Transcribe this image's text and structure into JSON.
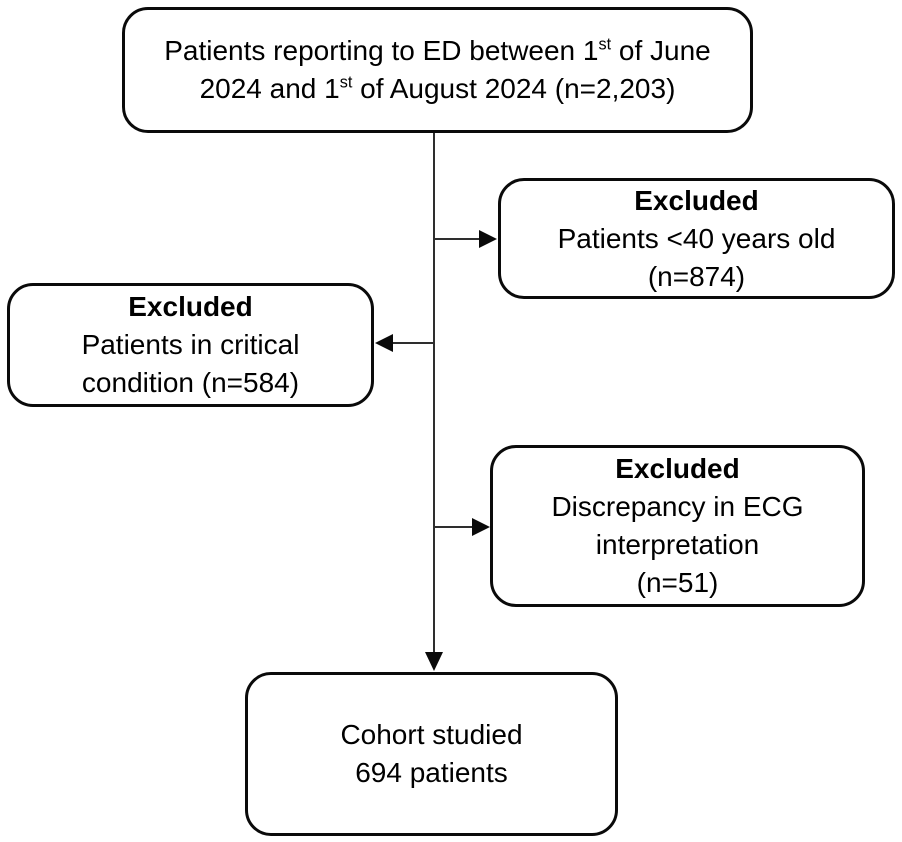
{
  "diagram": {
    "type": "flowchart",
    "background_color": "#ffffff",
    "box_border_color": "#0a0a0a",
    "connector_color": "#2e2e2e",
    "nodes": {
      "enrollment": {
        "text_part1": "Patients reporting to ED between 1",
        "sup1": "st",
        "text_part2": " of June 2024 and 1",
        "sup2": "st",
        "text_part3": " of August 2024 (n=2,203)"
      },
      "excluded_age": {
        "title": "Excluded",
        "line1": "Patients <40 years old",
        "line2": "(n=874)"
      },
      "excluded_critical": {
        "title": "Excluded",
        "line1": "Patients in critical",
        "line2": "condition (n=584)"
      },
      "excluded_ecg": {
        "title": "Excluded",
        "line1": "Discrepancy in ECG",
        "line2": "interpretation",
        "line3": "(n=51)"
      },
      "cohort": {
        "line1": "Cohort studied",
        "line2": "694 patients"
      }
    }
  }
}
